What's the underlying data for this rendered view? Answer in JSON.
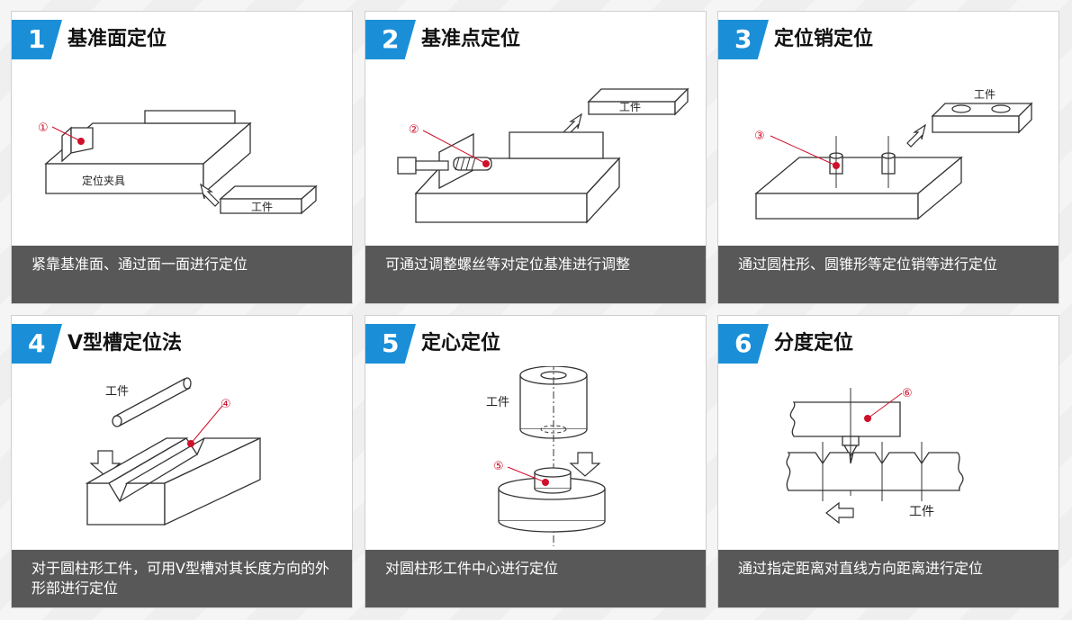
{
  "colors": {
    "accent": "#1a8fd8",
    "caption_bg": "#585858",
    "marker": "#d0102a"
  },
  "cards": [
    {
      "number": "1",
      "title": "基准面定位",
      "caption": "紧靠基准面、通过面一面进行定位",
      "labels": {
        "marker": "①",
        "fixture": "定位夹具",
        "workpiece": "工件"
      }
    },
    {
      "number": "2",
      "title": "基准点定位",
      "caption": "可通过调整螺丝等对定位基准进行调整",
      "labels": {
        "marker": "②",
        "workpiece": "工件"
      }
    },
    {
      "number": "3",
      "title": "定位销定位",
      "caption": "通过圆柱形、圆锥形等定位销等进行定位",
      "labels": {
        "marker": "③",
        "workpiece": "工件"
      }
    },
    {
      "number": "4",
      "title": "V型槽定位法",
      "caption": "对于圆柱形工件，可用V型槽对其长度方向的外形部进行定位",
      "labels": {
        "marker": "④",
        "workpiece": "工件"
      }
    },
    {
      "number": "5",
      "title": "定心定位",
      "caption": "对圆柱形工件中心进行定位",
      "labels": {
        "marker": "⑤",
        "workpiece": "工件"
      }
    },
    {
      "number": "6",
      "title": "分度定位",
      "caption": "通过指定距离对直线方向距离进行定位",
      "labels": {
        "marker": "⑥",
        "workpiece": "工件"
      }
    }
  ]
}
